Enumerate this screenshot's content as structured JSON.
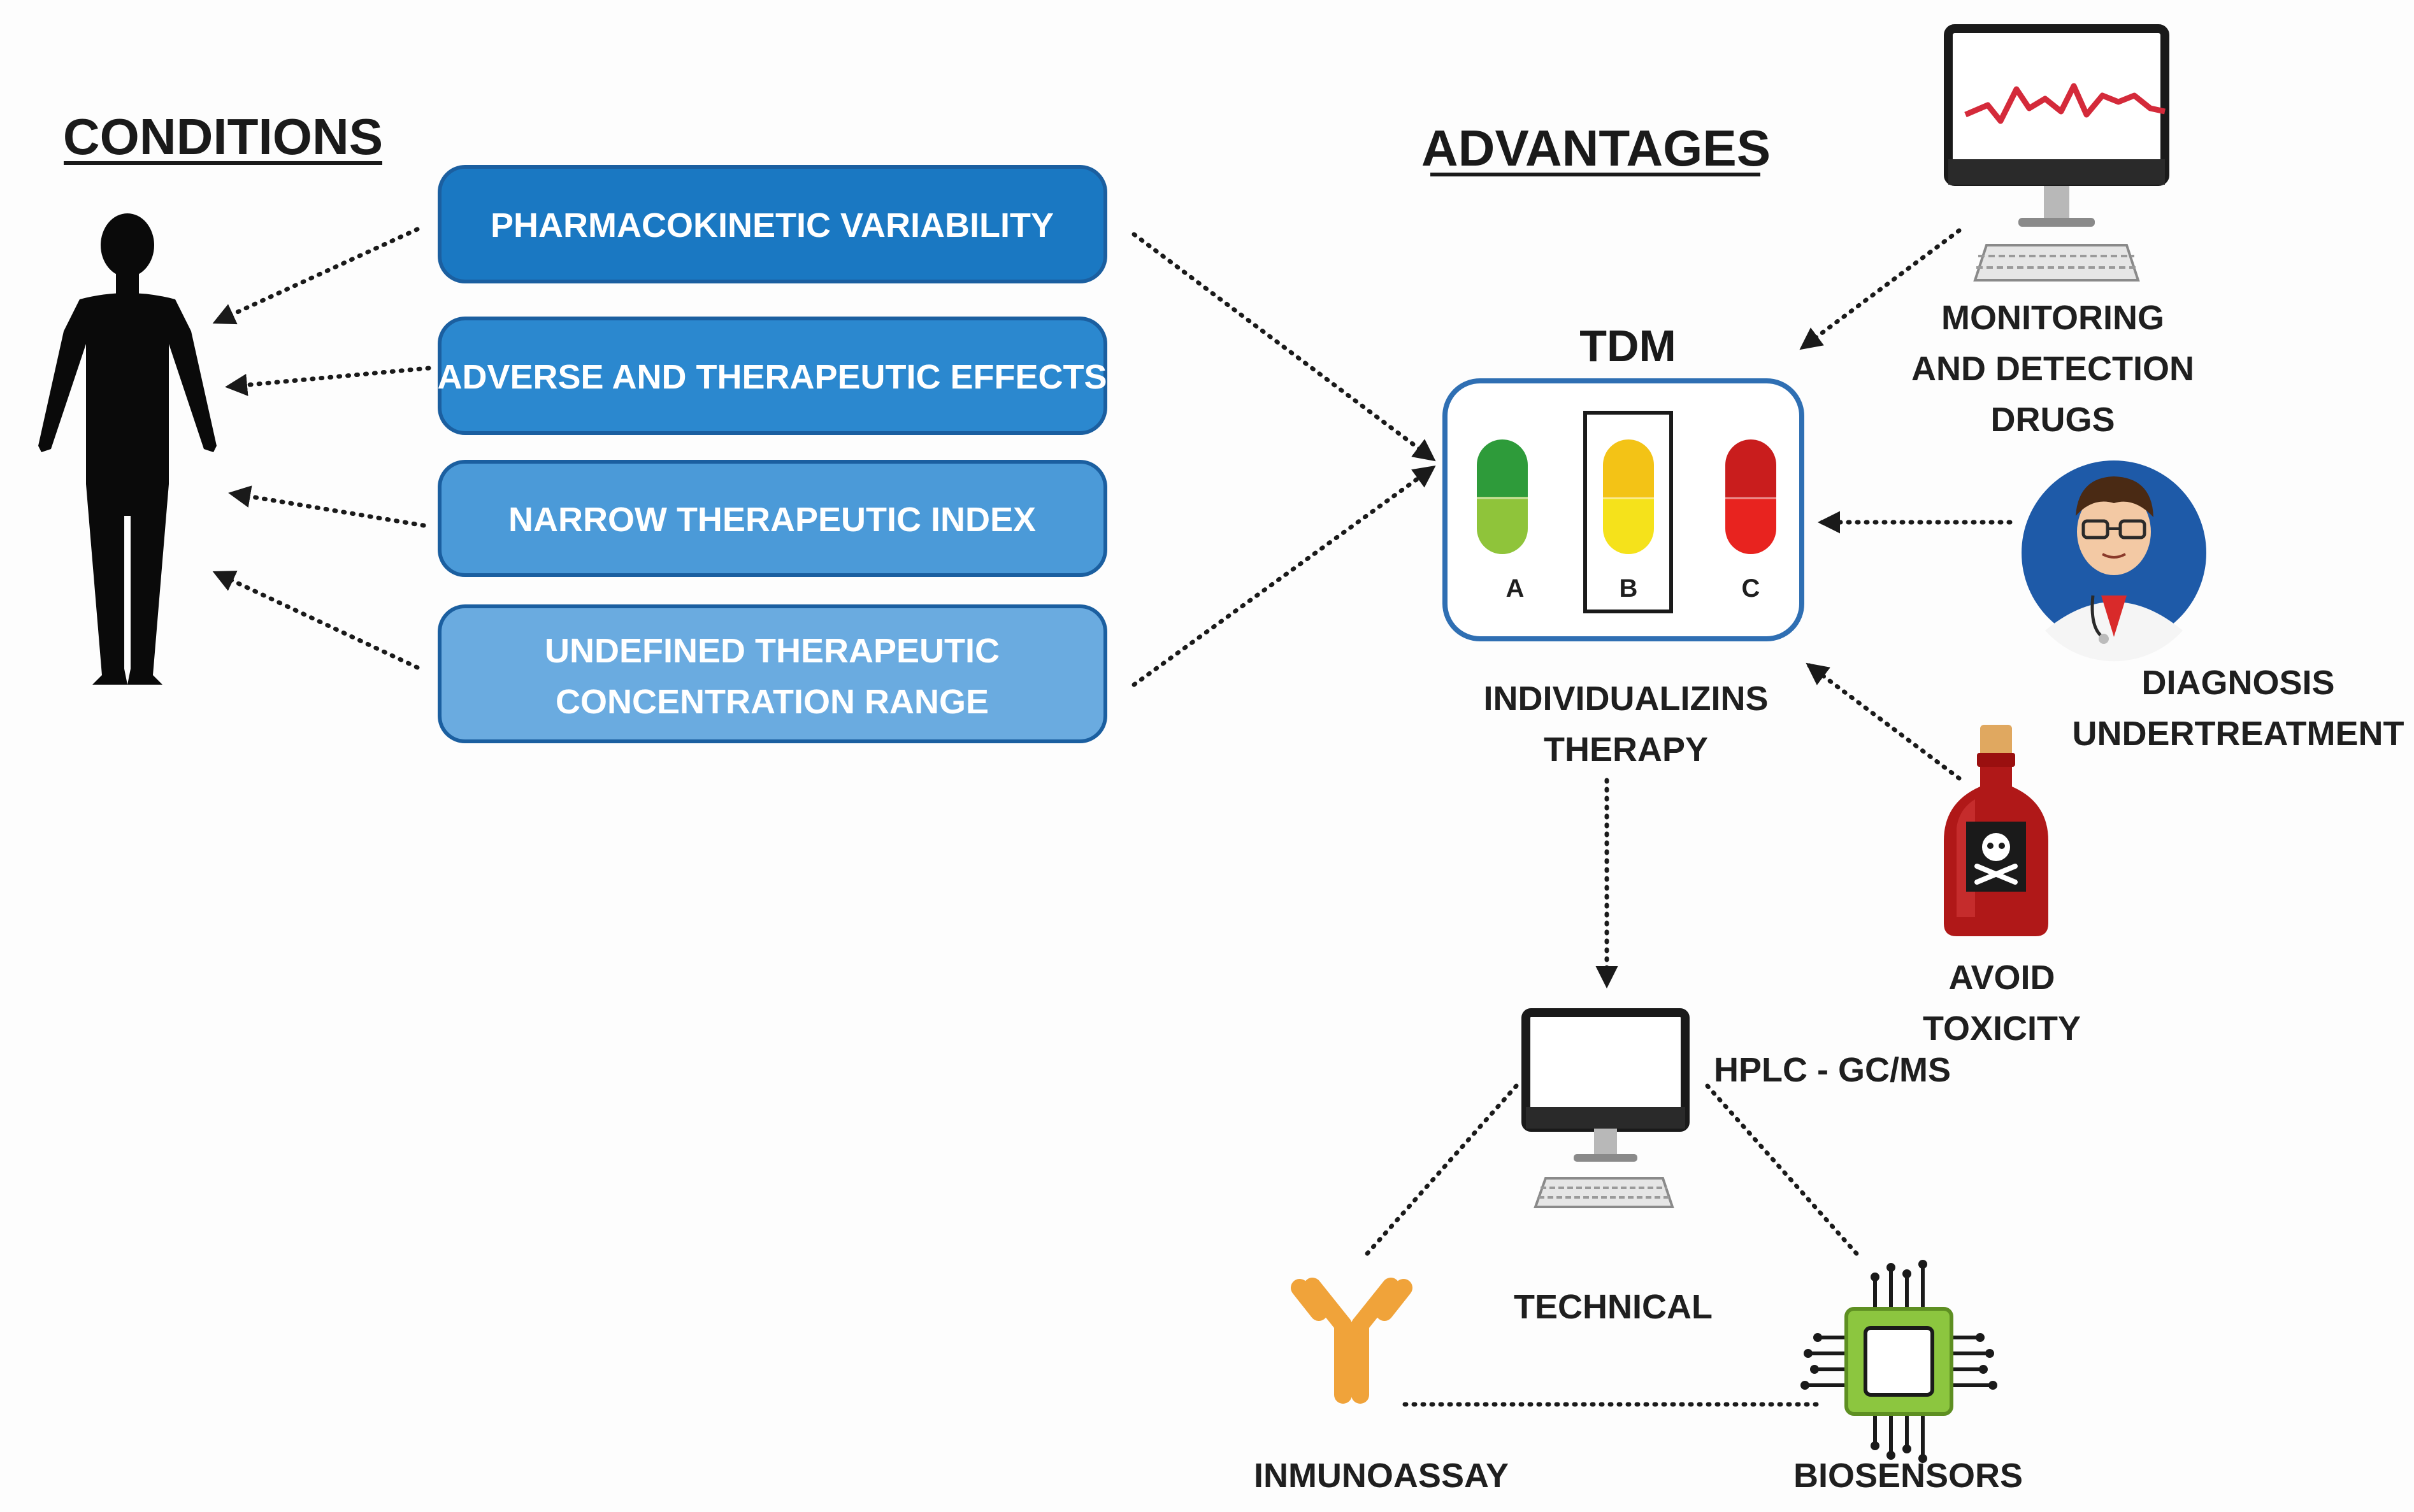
{
  "headings": {
    "conditions": "CONDITIONS",
    "advantages": "ADVANTAGES",
    "tdm": "TDM"
  },
  "condition_boxes": [
    {
      "line1": "PHARMACOKINETIC VARIABILITY",
      "line2": "",
      "color": "#1a78c2"
    },
    {
      "line1": "ADVERSE AND THERAPEUTIC EFFECTS",
      "line2": "",
      "color": "#2b88cf"
    },
    {
      "line1": "NARROW THERAPEUTIC INDEX",
      "line2": "",
      "color": "#4b9ad8"
    },
    {
      "line1": "UNDEFINED THERAPEUTIC",
      "line2": "CONCENTRATION RANGE",
      "color": "#6aabe0"
    }
  ],
  "capsules": {
    "a": {
      "label": "A",
      "top_color": "#2e9b3a",
      "bottom_color": "#8fc43a"
    },
    "b": {
      "label": "B",
      "top_color": "#f3c316",
      "bottom_color": "#f5e21b"
    },
    "c": {
      "label": "C",
      "top_color": "#c91d1d",
      "bottom_color": "#e8231f"
    }
  },
  "advantages": {
    "individualizing": {
      "line1": "INDIVIDUALIZINS",
      "line2": "THERAPY"
    },
    "monitoring": {
      "line1": "MONITORING",
      "line2": "AND DETECTION",
      "line3": "DRUGS"
    },
    "diagnosis": {
      "line1": "DIAGNOSIS",
      "line2": "UNDERTREATMENT"
    },
    "toxicity": {
      "line1": "AVOID",
      "line2": "TOXICITY"
    }
  },
  "technical": {
    "title": "TECHNICAL",
    "hplc": "HPLC - GC/MS",
    "immunoassay": "INMUNOASSAY",
    "biosensors": "BIOSENSORS"
  },
  "icons": [
    "human-silhouette-icon",
    "monitor-ecg-icon",
    "doctor-avatar-icon",
    "poison-bottle-icon",
    "computer-icon",
    "antibody-icon",
    "microchip-icon"
  ],
  "colors": {
    "box_border": "#1b5fa0",
    "tdm_border": "#2f6fb3",
    "ecg_line": "#d42a3a",
    "antibody": "#f0a33a",
    "chip": "#8cc63f",
    "bottle": "#b01818"
  }
}
